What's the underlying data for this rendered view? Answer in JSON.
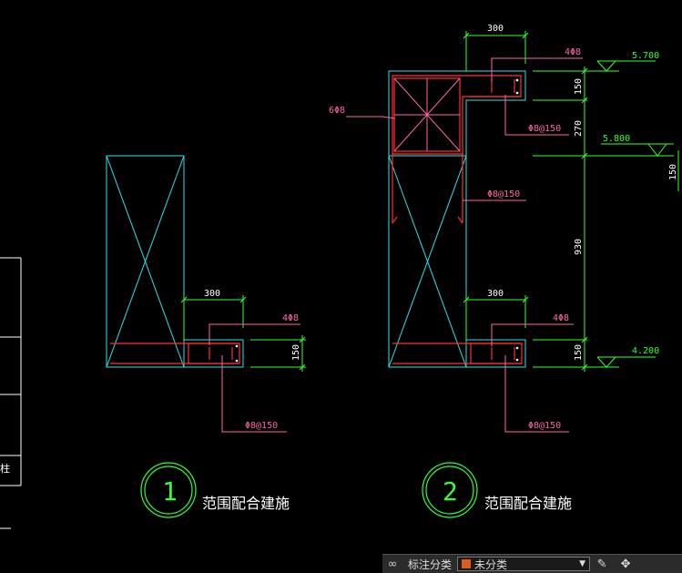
{
  "colors": {
    "concrete": "#33e0e6",
    "rebar": "#ff3030",
    "dimension": "#33ff33",
    "annotation": "#ff66aa",
    "caption": "#ffffff",
    "frame": "#ffffff"
  },
  "detail1": {
    "width_dim": "300",
    "height_dim": "150",
    "longitudinal_bars": "4Φ8",
    "stirrups": "Φ8@150",
    "detail_number": "1",
    "caption": "范围配合建施"
  },
  "detail2": {
    "top_width_dim": "300",
    "top_height_dim": "150",
    "middle_height_dim": "270",
    "column_height_dim": "930",
    "bottom_width_dim": "300",
    "bottom_height_dim": "150",
    "top_longitudinal_bars": "4Φ8",
    "top_stirrups": "Φ8@150",
    "side_bars": "6Φ8",
    "column_stirrups": "Φ8@150",
    "bottom_longitudinal_bars": "4Φ8",
    "bottom_stirrups": "Φ8@150",
    "level_top": "5.700",
    "level_mid": "5.800",
    "level_bottom": "4.200",
    "right_edge_dim": "150",
    "detail_number": "2",
    "caption": "范围配合建施"
  },
  "left_frame": {
    "text": "柱"
  },
  "statusbar": {
    "link_icon": "link-icon",
    "label": "标注分类",
    "selected": "未分类",
    "tools": [
      "edit-icon",
      "move-icon"
    ]
  }
}
